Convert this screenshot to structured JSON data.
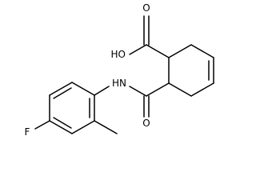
{
  "molecule": {
    "atoms": {
      "hydroxyl": "HO",
      "carbonyl_acid_o": "O",
      "amide_n": "HN",
      "amide_o": "O",
      "fluorine": "F"
    },
    "colors": {
      "bond": "#000000",
      "label": "#000000",
      "background": "#ffffff"
    }
  }
}
